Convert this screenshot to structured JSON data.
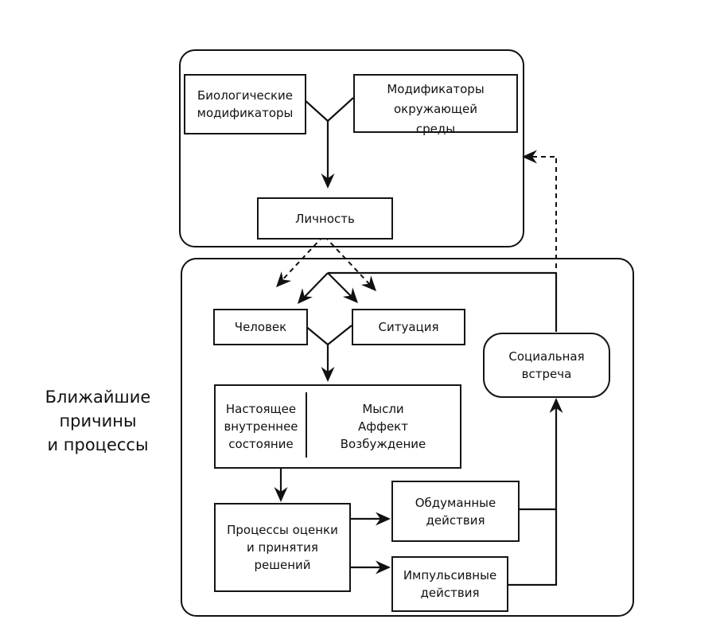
{
  "colors": {
    "ink": "#111111",
    "background": "#ffffff",
    "box_fill": "#ffffff"
  },
  "side_label": "Ближайшие\nпричины\nи процессы",
  "boxes": {
    "biological": "Биологические\nмодификаторы",
    "environmental": "Модификаторы\nокружающей\nсреды",
    "personality": "Личность",
    "person": "Человек",
    "situation": "Ситуация",
    "internal_state": "Настоящее\nвнутреннее\nсостояние",
    "internal_contents": "Мысли\nАффект\nВозбуждение",
    "appraisal": "Процессы оценки\nи принятия\nрешений",
    "thoughtful_action": "Обдуманные\nдействия",
    "impulsive_action": "Импульсивные\nдействия",
    "social_encounter": "Социальная\nвстреча"
  }
}
